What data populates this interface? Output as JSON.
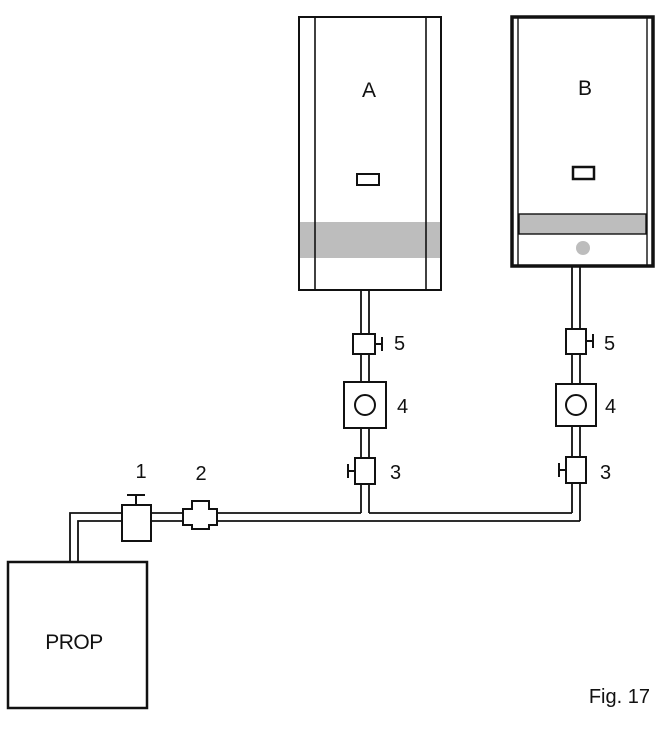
{
  "heaters": {
    "a_label": "A",
    "b_label": "B"
  },
  "parts": {
    "valve_1": "1",
    "regulator_2": "2",
    "tap_3_a": "3",
    "tap_3_b": "3",
    "meter_4_a": "4",
    "meter_4_b": "4",
    "valve_5_a": "5",
    "valve_5_b": "5"
  },
  "tank": {
    "label": "PROP"
  },
  "figure": {
    "caption": "Fig. 17"
  },
  "colors": {
    "line": "#111111",
    "band": "#bdbdbd",
    "background": "#ffffff"
  }
}
